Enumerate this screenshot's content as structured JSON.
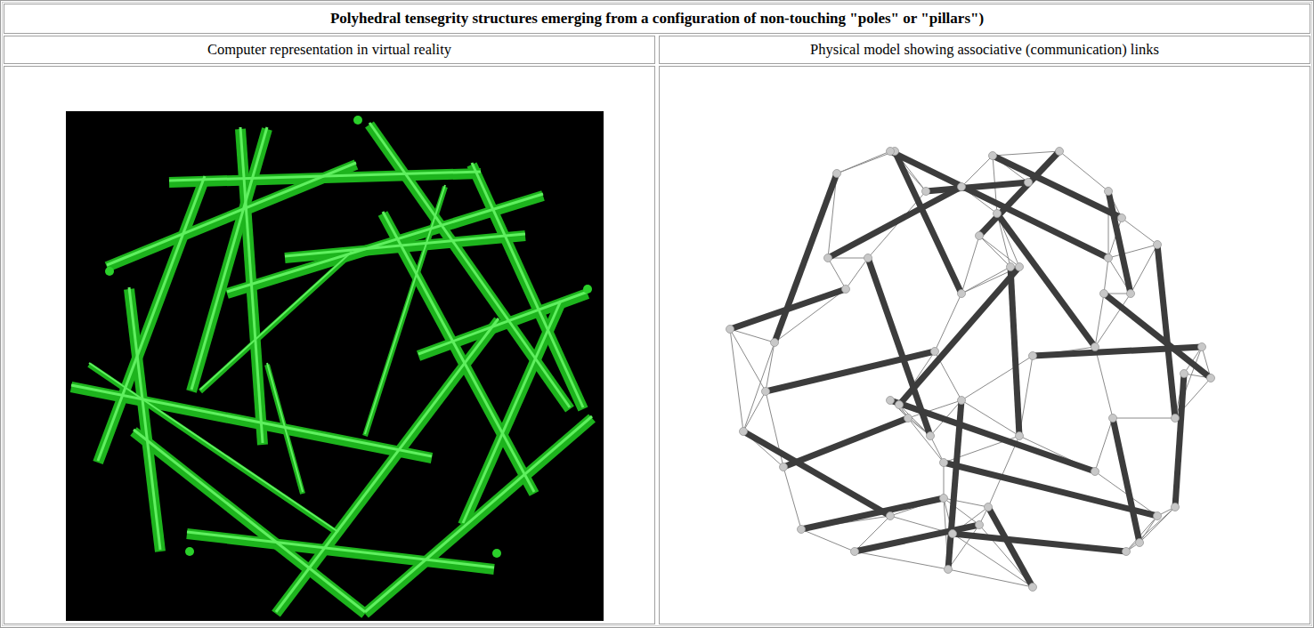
{
  "diagram": {
    "title": "Polyhedral tensegrity structures emerging from a configuration of non-touching \"poles\" or \"pillars\")",
    "nodes": [
      {
        "text": [
          "Computer representation in virtual reality"
        ]
      },
      {
        "text": [
          "Physical model showing associative (communication) links"
        ]
      }
    ]
  }
}
